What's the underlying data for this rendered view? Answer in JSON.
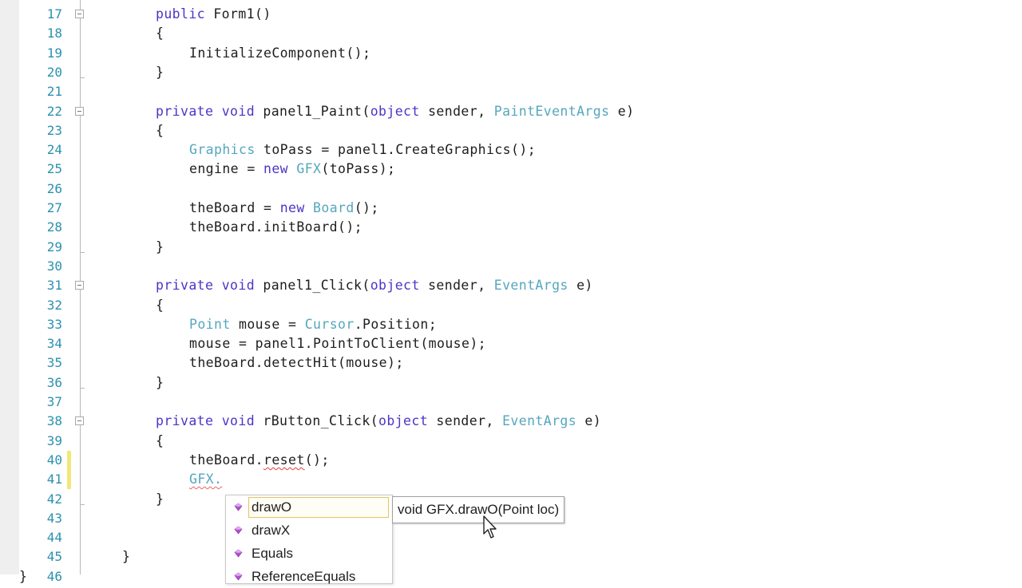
{
  "editor": {
    "line_numbers": [
      "17",
      "18",
      "19",
      "20",
      "21",
      "22",
      "23",
      "24",
      "25",
      "26",
      "27",
      "28",
      "29",
      "30",
      "31",
      "32",
      "33",
      "34",
      "35",
      "36",
      "37",
      "38",
      "39",
      "40",
      "41",
      "42",
      "43",
      "44",
      "45",
      "46"
    ],
    "lines": [
      {
        "n": "17",
        "indent": 2,
        "tokens": [
          {
            "t": "public",
            "c": "kw"
          },
          {
            "t": " Form1()",
            "c": ""
          }
        ]
      },
      {
        "n": "18",
        "indent": 2,
        "tokens": [
          {
            "t": "{",
            "c": ""
          }
        ]
      },
      {
        "n": "19",
        "indent": 3,
        "tokens": [
          {
            "t": "InitializeComponent();",
            "c": ""
          }
        ]
      },
      {
        "n": "20",
        "indent": 2,
        "tokens": [
          {
            "t": "}",
            "c": ""
          }
        ]
      },
      {
        "n": "21",
        "indent": 0,
        "tokens": []
      },
      {
        "n": "22",
        "indent": 2,
        "tokens": [
          {
            "t": "private",
            "c": "kw"
          },
          {
            "t": " ",
            "c": ""
          },
          {
            "t": "void",
            "c": "kw"
          },
          {
            "t": " panel1_Paint(",
            "c": ""
          },
          {
            "t": "object",
            "c": "kw"
          },
          {
            "t": " sender, ",
            "c": ""
          },
          {
            "t": "PaintEventArgs",
            "c": "ty"
          },
          {
            "t": " e)",
            "c": ""
          }
        ]
      },
      {
        "n": "23",
        "indent": 2,
        "tokens": [
          {
            "t": "{",
            "c": ""
          }
        ]
      },
      {
        "n": "24",
        "indent": 3,
        "tokens": [
          {
            "t": "Graphics",
            "c": "ty"
          },
          {
            "t": " toPass = panel1.CreateGraphics();",
            "c": ""
          }
        ]
      },
      {
        "n": "25",
        "indent": 3,
        "tokens": [
          {
            "t": "engine = ",
            "c": ""
          },
          {
            "t": "new",
            "c": "kw"
          },
          {
            "t": " ",
            "c": ""
          },
          {
            "t": "GFX",
            "c": "ty"
          },
          {
            "t": "(toPass);",
            "c": ""
          }
        ]
      },
      {
        "n": "26",
        "indent": 0,
        "tokens": []
      },
      {
        "n": "27",
        "indent": 3,
        "tokens": [
          {
            "t": "theBoard = ",
            "c": ""
          },
          {
            "t": "new",
            "c": "kw"
          },
          {
            "t": " ",
            "c": ""
          },
          {
            "t": "Board",
            "c": "ty"
          },
          {
            "t": "();",
            "c": ""
          }
        ]
      },
      {
        "n": "28",
        "indent": 3,
        "tokens": [
          {
            "t": "theBoard.initBoard();",
            "c": ""
          }
        ]
      },
      {
        "n": "29",
        "indent": 2,
        "tokens": [
          {
            "t": "}",
            "c": ""
          }
        ]
      },
      {
        "n": "30",
        "indent": 0,
        "tokens": []
      },
      {
        "n": "31",
        "indent": 2,
        "tokens": [
          {
            "t": "private",
            "c": "kw"
          },
          {
            "t": " ",
            "c": ""
          },
          {
            "t": "void",
            "c": "kw"
          },
          {
            "t": " panel1_Click(",
            "c": ""
          },
          {
            "t": "object",
            "c": "kw"
          },
          {
            "t": " sender, ",
            "c": ""
          },
          {
            "t": "EventArgs",
            "c": "ty"
          },
          {
            "t": " e)",
            "c": ""
          }
        ]
      },
      {
        "n": "32",
        "indent": 2,
        "tokens": [
          {
            "t": "{",
            "c": ""
          }
        ]
      },
      {
        "n": "33",
        "indent": 3,
        "tokens": [
          {
            "t": "Point",
            "c": "ty"
          },
          {
            "t": " mouse = ",
            "c": ""
          },
          {
            "t": "Cursor",
            "c": "ty"
          },
          {
            "t": ".Position;",
            "c": ""
          }
        ]
      },
      {
        "n": "34",
        "indent": 3,
        "tokens": [
          {
            "t": "mouse = panel1.PointToClient(mouse);",
            "c": ""
          }
        ]
      },
      {
        "n": "35",
        "indent": 3,
        "tokens": [
          {
            "t": "theBoard.detectHit(mouse);",
            "c": ""
          }
        ]
      },
      {
        "n": "36",
        "indent": 2,
        "tokens": [
          {
            "t": "}",
            "c": ""
          }
        ]
      },
      {
        "n": "37",
        "indent": 0,
        "tokens": []
      },
      {
        "n": "38",
        "indent": 2,
        "tokens": [
          {
            "t": "private",
            "c": "kw"
          },
          {
            "t": " ",
            "c": ""
          },
          {
            "t": "void",
            "c": "kw"
          },
          {
            "t": " rButton_Click(",
            "c": ""
          },
          {
            "t": "object",
            "c": "kw"
          },
          {
            "t": " sender, ",
            "c": ""
          },
          {
            "t": "EventArgs",
            "c": "ty"
          },
          {
            "t": " e)",
            "c": ""
          }
        ]
      },
      {
        "n": "39",
        "indent": 2,
        "tokens": [
          {
            "t": "{",
            "c": ""
          }
        ]
      },
      {
        "n": "40",
        "indent": 3,
        "tokens": [
          {
            "t": "theBoard.",
            "c": ""
          },
          {
            "t": "reset",
            "c": "squiggle"
          },
          {
            "t": "();",
            "c": ""
          }
        ]
      },
      {
        "n": "41",
        "indent": 3,
        "tokens": [
          {
            "t": "GFX.",
            "c": "ty squiggle"
          }
        ]
      },
      {
        "n": "42",
        "indent": 2,
        "tokens": [
          {
            "t": "}",
            "c": ""
          }
        ]
      },
      {
        "n": "43",
        "indent": 0,
        "tokens": []
      },
      {
        "n": "44",
        "indent": 0,
        "tokens": []
      },
      {
        "n": "45",
        "indent": 1,
        "tokens": [
          {
            "t": "}",
            "c": ""
          }
        ]
      },
      {
        "n": "46",
        "indent": 0,
        "tokens": [
          {
            "t": "}",
            "c": ""
          }
        ]
      }
    ],
    "fold_markers": [
      "17",
      "22",
      "31",
      "38"
    ],
    "changed_lines": [
      "40",
      "41"
    ]
  },
  "intellisense": {
    "items": [
      {
        "label": "drawO",
        "icon": "method-icon",
        "selected": true
      },
      {
        "label": "drawX",
        "icon": "method-icon",
        "selected": false
      },
      {
        "label": "Equals",
        "icon": "method-icon",
        "selected": false
      },
      {
        "label": "ReferenceEquals",
        "icon": "method-icon",
        "selected": false
      }
    ],
    "tooltip": "void GFX.drawO(Point loc)"
  },
  "colors": {
    "keyword": "#4a36c8",
    "type": "#2b91af",
    "line_number": "#2b91af",
    "change_bar": "#f2e87a",
    "squiggle": "#e04040",
    "selection_border": "#e5c365"
  }
}
